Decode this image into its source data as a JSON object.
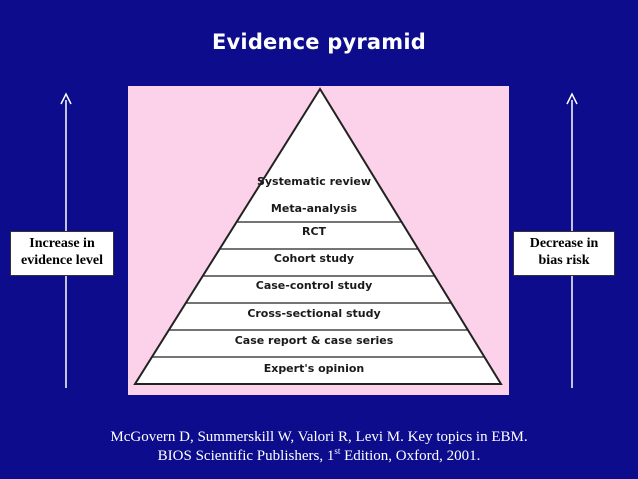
{
  "slide": {
    "title": "Evidence pyramid"
  },
  "pyramid": {
    "levels": [
      "Systematic review",
      "Meta-analysis",
      "RCT",
      "Cohort study",
      "Case-control study",
      "Cross-sectional study",
      "Case report & case series",
      "Expert's opinion"
    ]
  },
  "left_note": {
    "line1": "Increase in",
    "line2": "evidence level"
  },
  "right_note": {
    "line1": "Decrease in",
    "line2": "bias risk"
  },
  "citation": {
    "line1": "McGovern D, Summerskill W, Valori R, Levi M. Key topics in EBM.",
    "line2_before": "BIOS Scientific Publishers, 1",
    "line2_sup": "st",
    "line2_after": " Edition, Oxford, 2001."
  },
  "colors": {
    "background": "#0c0c8c",
    "panel": "#fcd2ea",
    "pyramid_fill": "#ffffff",
    "text_light": "#ffffff"
  }
}
